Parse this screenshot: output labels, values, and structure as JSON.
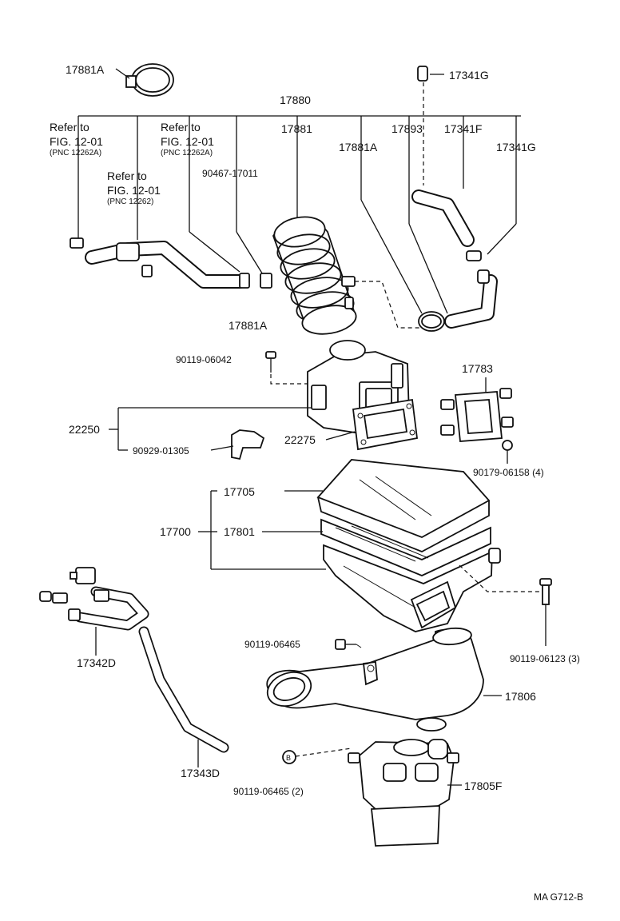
{
  "callouts": {
    "p17881A_top": "17881A",
    "p17341G_top": "17341G",
    "p17880": "17880",
    "refer1_a": "Refer to",
    "refer1_b": "FIG. 12-01",
    "refer1_c": "(PNC 12262A)",
    "refer2_a": "Refer to",
    "refer2_b": "FIG. 12-01",
    "refer2_c": "(PNC 12262A)",
    "refer3_a": "Refer to",
    "refer3_b": "FIG. 12-01",
    "refer3_c": "(PNC 12262)",
    "p17881": "17881",
    "p90467": "90467-17011",
    "p17881A_mid": "17881A",
    "p17893": "17893",
    "p17341F": "17341F",
    "p17341G_mid": "17341G",
    "p17881A_low": "17881A",
    "p90119_06042": "90119-06042",
    "p17783": "17783",
    "p22250": "22250",
    "p22275": "22275",
    "p90929": "90929-01305",
    "p90179": "90179-06158 (4)",
    "p17705": "17705",
    "p17700": "17700",
    "p17801": "17801",
    "p17342D": "17342D",
    "p90119_06465": "90119-06465",
    "p90119_06123": "90119-06123 (3)",
    "p17806": "17806",
    "p17343D": "17343D",
    "p90119_06465_2": "90119-06465 (2)",
    "p17805F": "17805F",
    "drawing_code": "MA  G712-B"
  }
}
